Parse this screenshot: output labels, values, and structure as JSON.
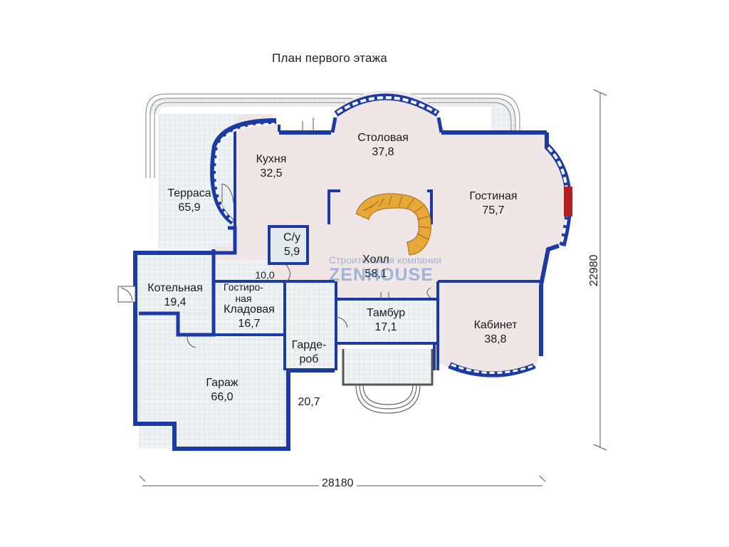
{
  "title": "План первого этажа",
  "rooms": [
    {
      "key": "kitchen",
      "name": "Кухня",
      "area": "32,5"
    },
    {
      "key": "dining",
      "name": "Столовая",
      "area": "37,8"
    },
    {
      "key": "living",
      "name": "Гостиная",
      "area": "75,7"
    },
    {
      "key": "terrace",
      "name": "Терраса",
      "area": "65,9"
    },
    {
      "key": "wc",
      "name": "С/у",
      "area": "5,9"
    },
    {
      "key": "hall",
      "name": "Холл",
      "area": "58,1"
    },
    {
      "key": "guest",
      "name": "Гостиро-\nная",
      "area": "10,0"
    },
    {
      "key": "boiler",
      "name": "Котельная",
      "area": "19,4"
    },
    {
      "key": "storage",
      "name": "Кладовая",
      "area": "16,7"
    },
    {
      "key": "wardrobe",
      "name": "Гарде-\nроб",
      "area": "20,7"
    },
    {
      "key": "vestibule",
      "name": "Тамбур",
      "area": "17,1"
    },
    {
      "key": "study",
      "name": "Кабинет",
      "area": "38,8"
    },
    {
      "key": "garage",
      "name": "Гараж",
      "area": "66,0"
    }
  ],
  "dimensions": {
    "width": "28180",
    "depth": "22980"
  },
  "watermark": {
    "company": "Строительная компания",
    "brand": "ZENHOUSE"
  },
  "colors": {
    "wall": "#1c3aa6",
    "interior": "#f1e6e6",
    "tile": "#e6eef2",
    "stair": "#e8a838",
    "fireplace": "#b02020"
  }
}
